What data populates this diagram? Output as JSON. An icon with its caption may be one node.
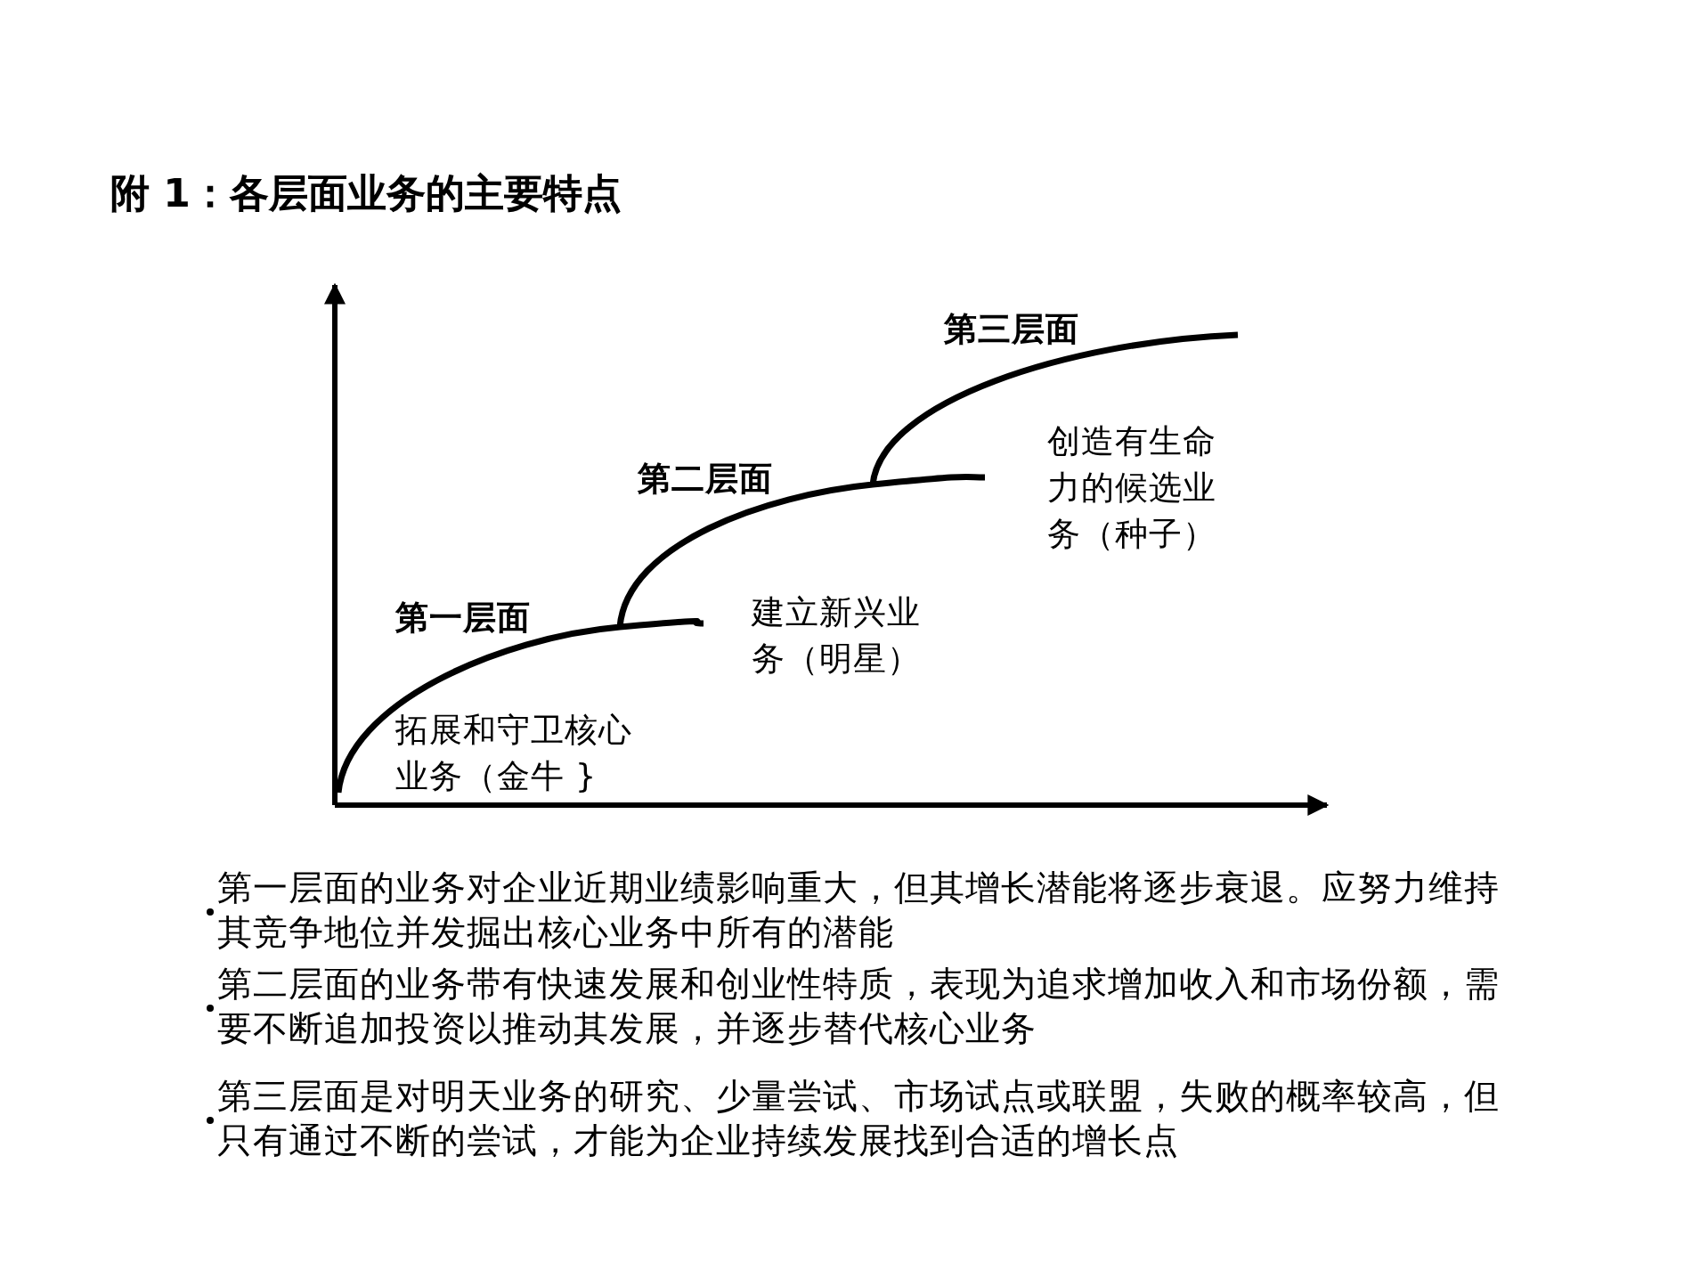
{
  "diagram": {
    "title": "附 1：各层面业务的主要特点",
    "labels": [
      "第三层面",
      "创造有生命力的候选业务（种子）",
      "第二层面",
      "第一层面",
      "建立新兴业务（明星）",
      "拓展和守卫核心业务（金牛 }",
      "第一层面的业务对企业近期业绩影响重大，但其增长潜能将逐步衰退。应努力维持其竞争地位并发掘出核心业务中所有的潜能",
      "第二层面的业务带有快速发展和创业性特质，表现为追求增加收入和市场份额，需要不断追加投资以推动其发展，并逐步替代核心业务",
      "第三层面是对明天业务的研究、少量尝试、市场试点或联盟，失败的概率较高，但只有通过不断的尝试，才能为企业持续发展找到合适的增长点"
    ]
  }
}
